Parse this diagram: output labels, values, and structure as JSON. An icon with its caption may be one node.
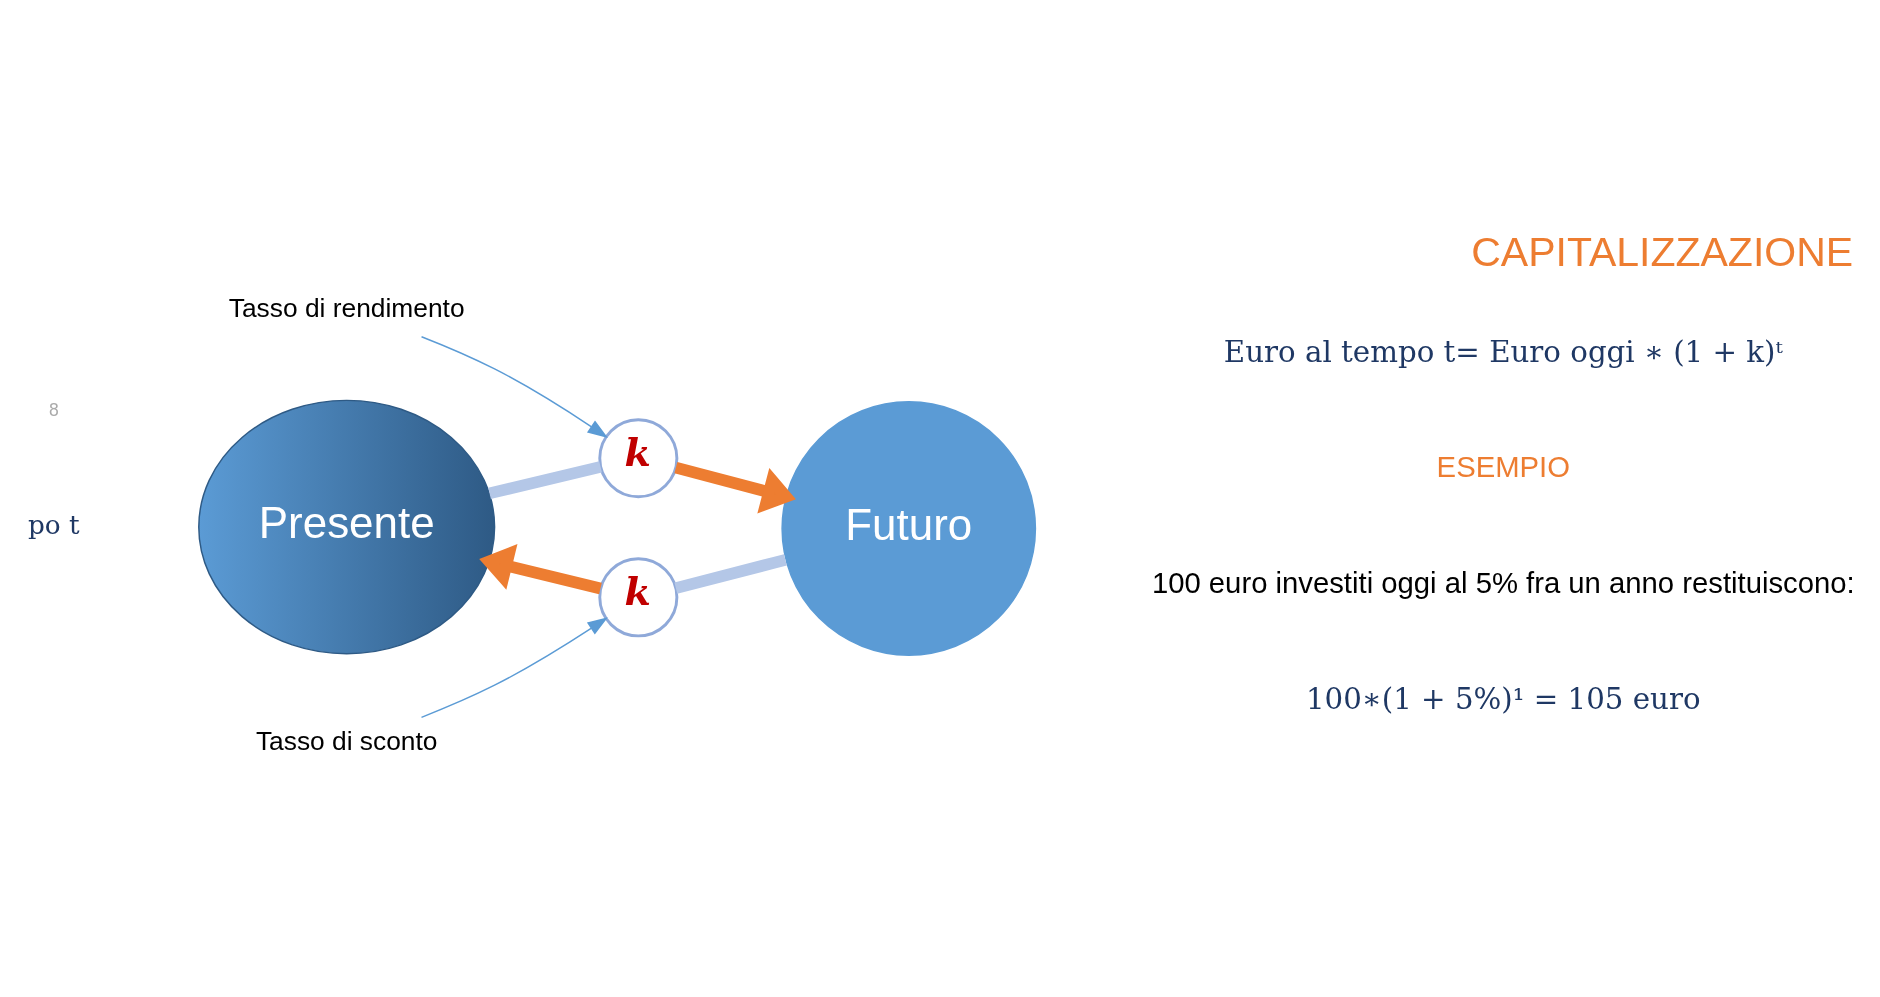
{
  "diagram": {
    "title": "CAPITALIZZAZIONE",
    "nodes": [
      {
        "text": [
          "Presente"
        ]
      },
      {
        "text": [
          "Futuro"
        ]
      },
      {
        "text": [
          "k"
        ]
      },
      {
        "text": [
          "k"
        ]
      },
      {
        "text": [
          "Tasso di rendimento"
        ]
      },
      {
        "text": [
          "Tasso di sconto"
        ]
      }
    ],
    "edges": [
      {
        "from": 0,
        "to": 2,
        "arrow": "none"
      },
      {
        "from": 2,
        "to": 1,
        "arrow": "to",
        "color": "#ed7d31"
      },
      {
        "from": 1,
        "to": 3,
        "arrow": "none"
      },
      {
        "from": 3,
        "to": 0,
        "arrow": "to",
        "color": "#ed7d31"
      },
      {
        "from": 4,
        "to": 2,
        "arrow": "to",
        "color": "#5b9bd5"
      },
      {
        "from": 5,
        "to": 3,
        "arrow": "to",
        "color": "#5b9bd5"
      }
    ],
    "labels": [
      "Euro al tempo t= Euro oggi ∗ (1 + k)ᵗ",
      "ESEMPIO",
      "100 euro investiti oggi al 5% fra un anno restituiscono:",
      "100∗(1 + 5%)¹ = 105 euro",
      "po t",
      "8"
    ]
  }
}
